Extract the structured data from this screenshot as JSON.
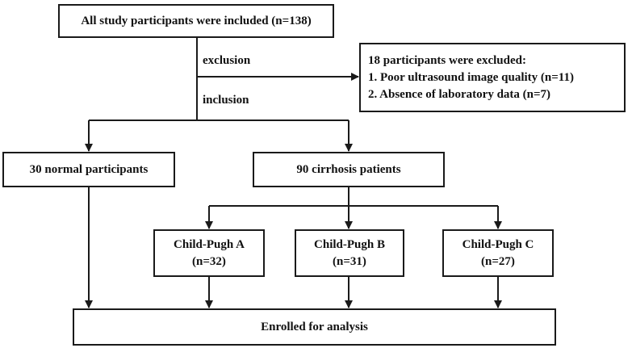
{
  "nodes": {
    "all_participants": "All study participants were included (n=138)",
    "excluded": {
      "title": "18 participants were excluded:",
      "reason_1": "1. Poor ultrasound image quality (n=11)",
      "reason_2": "2. Absence of laboratory data (n=7)"
    },
    "normal": "30 normal participants",
    "cirrhosis": "90 cirrhosis patients",
    "child_pugh_a": {
      "name": "Child-Pugh A",
      "count": "(n=32)"
    },
    "child_pugh_b": {
      "name": "Child-Pugh B",
      "count": "(n=31)"
    },
    "child_pugh_c": {
      "name": "Child-Pugh C",
      "count": "(n=27)"
    },
    "enrolled": "Enrolled for analysis"
  },
  "edges": {
    "exclusion_label": "exclusion",
    "inclusion_label": "inclusion"
  }
}
